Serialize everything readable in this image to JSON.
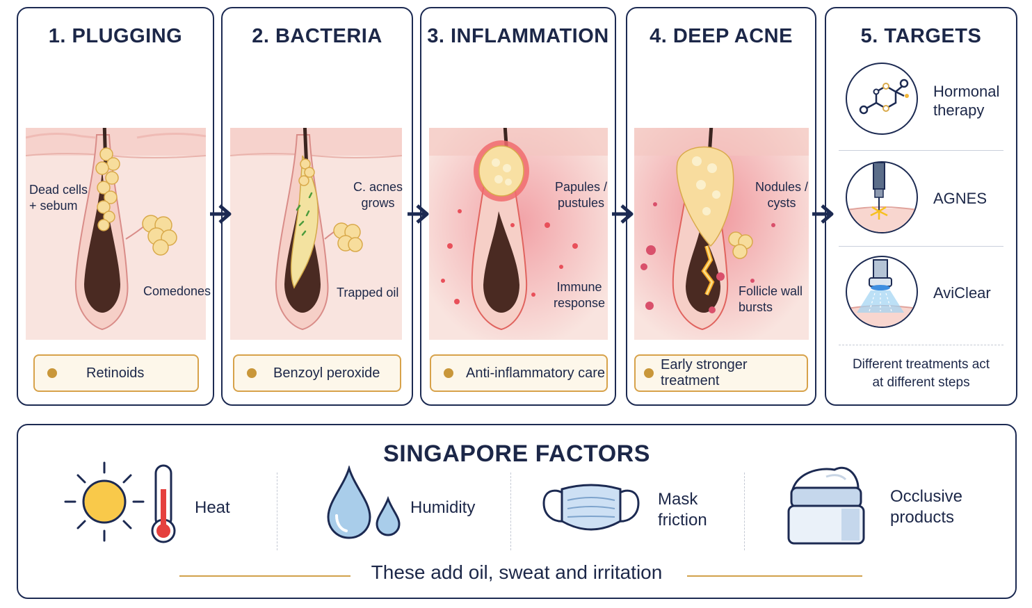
{
  "steps": [
    {
      "title": "1. PLUGGING",
      "labels": [
        "Dead cells\n+ sebum",
        "Comedones"
      ],
      "treatment": "Retinoids"
    },
    {
      "title": "2. BACTERIA",
      "labels": [
        "C. acnes\ngrows",
        "Trapped oil"
      ],
      "treatment": "Benzoyl peroxide"
    },
    {
      "title": "3. INFLAMMATION",
      "labels": [
        "Papules /\npustules",
        "Immune\nresponse"
      ],
      "treatment": "Anti-inflammatory care"
    },
    {
      "title": "4. DEEP ACNE",
      "labels": [
        "Nodules /\ncysts",
        "Follicle wall\nbursts"
      ],
      "treatment": "Early stronger treatment"
    }
  ],
  "targets": {
    "title": "5. TARGETS",
    "items": [
      {
        "label": "Hormonal\ntherapy",
        "icon": "molecule-icon"
      },
      {
        "label": "AGNES",
        "icon": "needle-probe-icon"
      },
      {
        "label": "AviClear",
        "icon": "laser-light-icon"
      }
    ],
    "note": "Different treatments act\nat different steps"
  },
  "factors": {
    "title": "SINGAPORE FACTORS",
    "items": [
      {
        "label": "Heat",
        "icon": "sun-thermometer-icon"
      },
      {
        "label": "Humidity",
        "icon": "water-drops-icon"
      },
      {
        "label": "Mask\nfriction",
        "icon": "face-mask-icon"
      },
      {
        "label": "Occlusive\nproducts",
        "icon": "cream-jar-icon"
      }
    ],
    "footer": "These add oil, sweat and irritation"
  },
  "colors": {
    "navy": "#1c2a52",
    "gold": "#c9973a",
    "skin": "#f8dcd6",
    "sebum": "#f5dd9a",
    "inflammation": "#e8505a"
  }
}
